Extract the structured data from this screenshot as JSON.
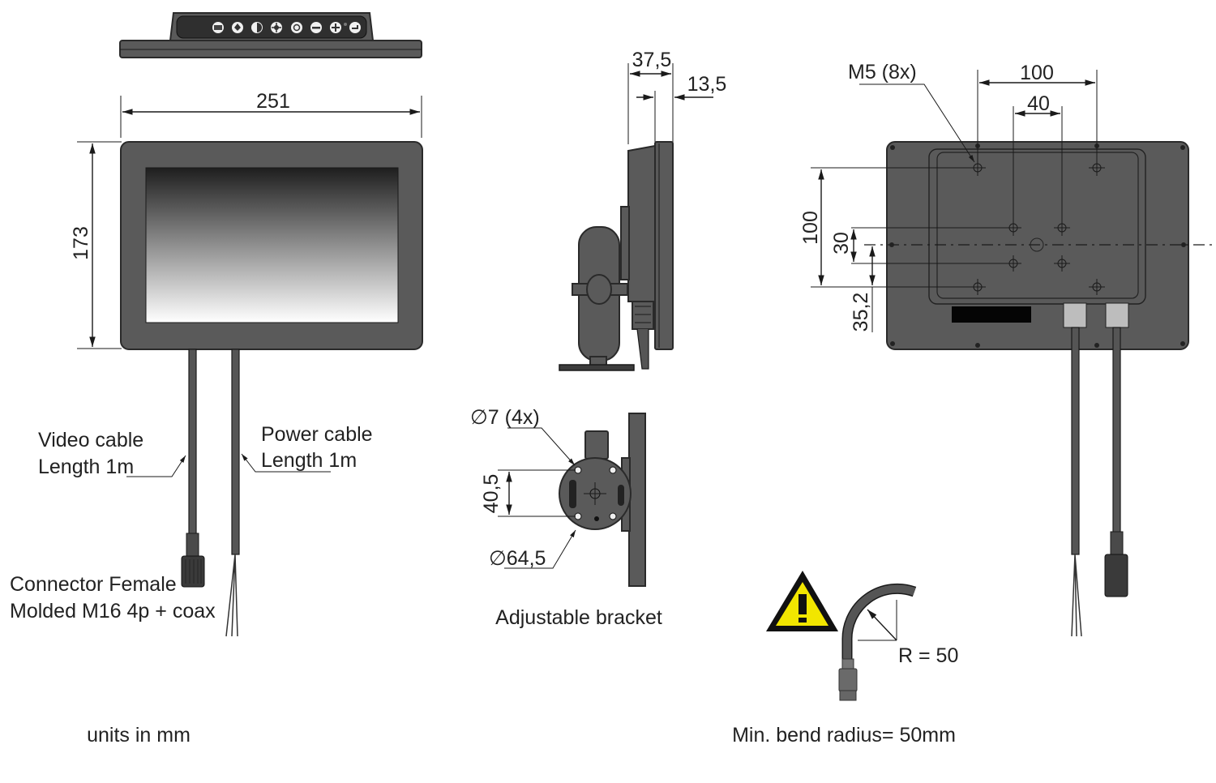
{
  "drawing": {
    "units_note": "units in mm",
    "top_view": {
      "button_icons": [
        "input-source-icon",
        "auto-adjust-icon",
        "brightness-contrast-icon",
        "brightness-icon",
        "reset-icon",
        "minus-icon",
        "plus-icon",
        "enter-icon"
      ]
    },
    "front_view": {
      "width_dim": "251",
      "height_dim": "173",
      "video_cable_label_line1": "Video cable",
      "video_cable_label_line2": "Length 1m",
      "power_cable_label_line1": "Power cable",
      "power_cable_label_line2": "Length 1m",
      "connector_label_line1": "Connector Female",
      "connector_label_line2": "Molded M16 4p + coax"
    },
    "side_view": {
      "depth_dim": "37,5",
      "bezel_dim": "13,5"
    },
    "bracket_view": {
      "hole_label": "∅7 (4x)",
      "hole_spacing_dim": "40,5",
      "diameter_label": "∅64,5",
      "caption": "Adjustable bracket"
    },
    "rear_view": {
      "thread_label": "M5 (8x)",
      "horiz_outer_dim": "100",
      "horiz_inner_dim": "40",
      "vert_outer_dim": "100",
      "vert_inner_dim": "30",
      "offset_dim": "35,2"
    },
    "bend_note": {
      "radius_label": "R = 50",
      "caption": "Min. bend radius= 50mm",
      "warning_icon_color": "#f2e600"
    }
  }
}
